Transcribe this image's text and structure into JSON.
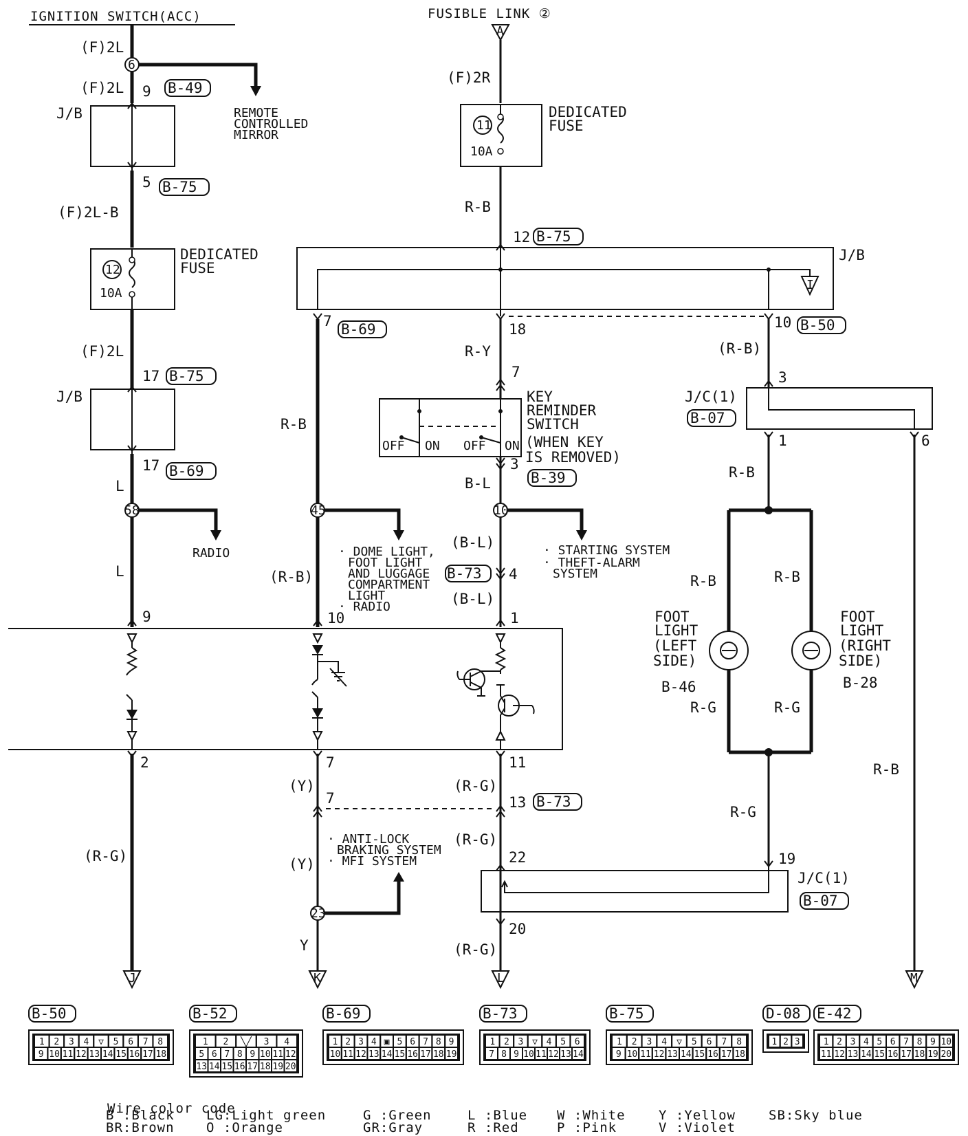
{
  "sources": {
    "ignition": "IGNITION SWITCH(ACC)",
    "fusible_link": "FUSIBLE LINK ②",
    "fusible_letter": "A"
  },
  "left": {
    "wire_f2l_1": "(F)2L",
    "splice_6": "6",
    "wire_f2l_2": "(F)2L",
    "pin_9": "9",
    "conn_b49": "B-49",
    "jb1": "J/B",
    "remote_1": "REMOTE",
    "remote_2": "CONTROLLED",
    "remote_3": "MIRROR",
    "pin_5": "5",
    "conn_b75_a": "B-75",
    "wire_f2lb": "(F)2L-B",
    "fuse_num": "12",
    "fuse_amp": "10A",
    "fuse_lbl_1": "DEDICATED",
    "fuse_lbl_2": "FUSE",
    "wire_f2l_3": "(F)2L",
    "pin_17a": "17",
    "conn_b75_b": "B-75",
    "jb2": "J/B",
    "pin_17b": "17",
    "conn_b69": "B-69",
    "wire_l1": "L",
    "splice_58": "58",
    "radio": "RADIO",
    "wire_l2": "L",
    "pin_9b": "9",
    "pin_2": "2",
    "wire_rg": "(R-G)",
    "end_j": "J"
  },
  "middle": {
    "wire_f2r": "(F)2R",
    "fuse_num": "11",
    "fuse_amp": "10A",
    "fuse_lbl_1": "DEDICATED",
    "fuse_lbl_2": "FUSE",
    "wire_rb": "R-B",
    "pin_12": "12",
    "conn_b75": "B-75",
    "jb": "J/B",
    "jb_letter": "I",
    "pin_7": "7",
    "conn_b69": "B-69",
    "pin_18": "18",
    "pin_10": "10",
    "conn_b50": "B-50",
    "wire_ry": "R-Y",
    "ks_pin_7": "7",
    "ks_1": "KEY",
    "ks_2": "REMINDER",
    "ks_3": "SWITCH",
    "ks_4": "(WHEN KEY",
    "ks_5": "IS REMOVED)",
    "off1": "OFF",
    "on1": "ON",
    "off2": "OFF",
    "on2": "ON",
    "ks_pin_3": "3",
    "conn_b39": "B-39",
    "wire_bl": "B-L",
    "wire_rb2": "R-B",
    "splice_45": "45",
    "splice_10": "10",
    "dome_1": "· DOME LIGHT,",
    "dome_2": "FOOT LIGHT",
    "dome_3": "AND LUGGAGE",
    "dome_4": "COMPARTMENT",
    "dome_5": "LIGHT",
    "dome_6": "· RADIO",
    "start_1": "· STARTING SYSTEM",
    "start_2": "· THEFT-ALARM",
    "start_3": "SYSTEM",
    "wire_bl_p1": "(B-L)",
    "conn_b73": "B-73",
    "pin_4": "4",
    "wire_bl_p2": "(B-L)",
    "wire_rb_p": "(R-B)",
    "pin_10b": "10",
    "pin_1": "1",
    "pin_7b": "7",
    "pin_11": "11",
    "wire_y_p1": "(Y)",
    "pin_7c": "7",
    "wire_rg_p1": "(R-G)",
    "pin_13": "13",
    "conn_b73b": "B-73",
    "abs_1": "· ANTI-LOCK",
    "abs_2": "BRAKING SYSTEM",
    "abs_3": "· MFI SYSTEM",
    "wire_rg_p2": "(R-G)",
    "wire_y_p2": "(Y)",
    "pin_22": "22",
    "splice_23": "23",
    "wire_y": "Y",
    "pin_20": "20",
    "wire_rg_p3": "(R-G)",
    "end_k": "K",
    "end_l": "L"
  },
  "right": {
    "wire_rb_p": "(R-B)",
    "pin_3": "3",
    "jc1": "J/C(1)",
    "conn_b07": "B-07",
    "pin_1": "1",
    "pin_6": "6",
    "wire_rb": "R-B",
    "wire_rb_l": "R-B",
    "wire_rb_r": "R-B",
    "fl_left_1": "FOOT",
    "fl_left_2": "LIGHT",
    "fl_left_3": "(LEFT",
    "fl_left_4": "SIDE)",
    "fl_left_id": "B-46",
    "fl_right_1": "FOOT",
    "fl_right_2": "LIGHT",
    "fl_right_3": "(RIGHT",
    "fl_right_4": "SIDE)",
    "fl_right_id": "B-28",
    "wire_rg_l": "R-G",
    "wire_rg_r": "R-G",
    "wire_rg": "R-G",
    "wire_rb_far": "R-B",
    "pin_19": "19",
    "jc2": "J/C(1)",
    "conn_b07b": "B-07",
    "end_m": "M"
  },
  "connectors": [
    {
      "id": "B-50",
      "row1": [
        "1",
        "2",
        "3",
        "4",
        "▽",
        "5",
        "6",
        "7",
        "8"
      ],
      "row2": [
        "9",
        "10",
        "11",
        "12",
        "13",
        "14",
        "15",
        "16",
        "17",
        "18"
      ]
    },
    {
      "id": "B-52",
      "row1": [
        "1",
        "2",
        "╲╱",
        "3",
        "4"
      ],
      "row2": [
        "5",
        "6",
        "7",
        "8",
        "9",
        "10",
        "11",
        "12"
      ],
      "row3": [
        "13",
        "14",
        "15",
        "16",
        "17",
        "18",
        "19",
        "20"
      ]
    },
    {
      "id": "B-69",
      "row1": [
        "1",
        "2",
        "3",
        "4",
        "▣",
        "5",
        "6",
        "7",
        "8",
        "9"
      ],
      "row2": [
        "10",
        "11",
        "12",
        "13",
        "14",
        "15",
        "16",
        "17",
        "18",
        "19"
      ]
    },
    {
      "id": "B-73",
      "row1": [
        "1",
        "2",
        "3",
        "▽",
        "4",
        "5",
        "6"
      ],
      "row2": [
        "7",
        "8",
        "9",
        "10",
        "11",
        "12",
        "13",
        "14"
      ]
    },
    {
      "id": "B-75",
      "row1": [
        "1",
        "2",
        "3",
        "4",
        "▽",
        "5",
        "6",
        "7",
        "8"
      ],
      "row2": [
        "9",
        "10",
        "11",
        "12",
        "13",
        "14",
        "15",
        "16",
        "17",
        "18"
      ]
    },
    {
      "id": "D-08",
      "row1": [
        "1",
        "2",
        "3"
      ]
    },
    {
      "id": "E-42",
      "row1": [
        "1",
        "2",
        "3",
        "4",
        "5",
        "6",
        "7",
        "8",
        "9",
        "10"
      ],
      "row2": [
        "11",
        "12",
        "13",
        "14",
        "15",
        "16",
        "17",
        "18",
        "19",
        "20"
      ]
    }
  ],
  "legend": {
    "title": "Wire color code",
    "items": [
      [
        "B :Black",
        "BR:Brown"
      ],
      [
        "LG:Light green",
        "O :Orange"
      ],
      [
        "G :Green",
        "GR:Gray"
      ],
      [
        "L :Blue",
        "R :Red"
      ],
      [
        "W :White",
        "P :Pink"
      ],
      [
        "Y :Yellow",
        "V :Violet"
      ],
      [
        "SB:Sky blue",
        ""
      ]
    ]
  }
}
